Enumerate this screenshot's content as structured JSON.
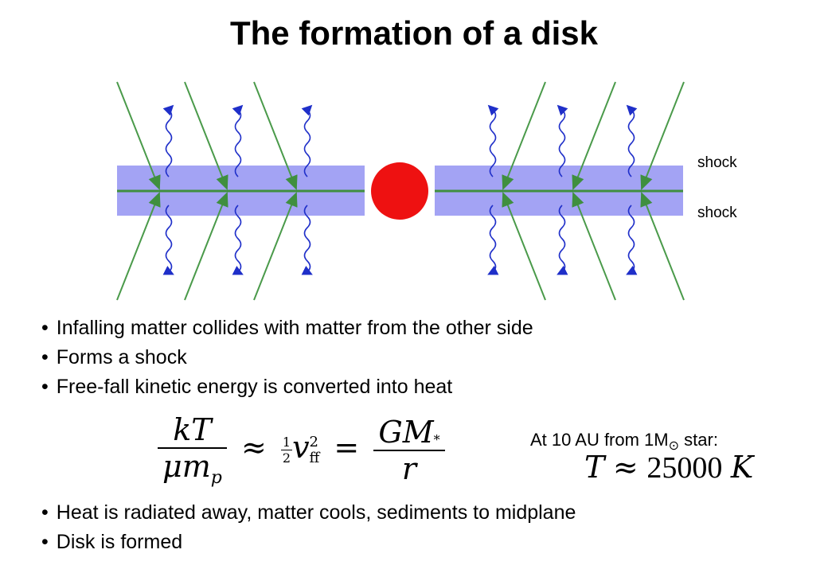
{
  "title": "The formation of a disk",
  "labels": {
    "shock_top": "shock",
    "shock_bottom": "shock"
  },
  "colors": {
    "disk_band": "#a3a3f4",
    "midplane": "#3f8f3f",
    "infall_lines": "#4a9a4a",
    "radiation_arrows": "#1f2fc9",
    "star": "#ee1111"
  },
  "bullets_top": [
    "Infalling matter collides with matter from the other side",
    "Forms a shock",
    "Free-fall kinetic energy is converted into heat"
  ],
  "equation": {
    "lhs_num": "kT",
    "lhs_den_mu": "μ",
    "lhs_den_m": "m",
    "lhs_den_sub": "p",
    "approx": "≈",
    "half_num": "1",
    "half_den": "2",
    "v": "v",
    "v_sub": "ff",
    "v_sup": "2",
    "equals": "=",
    "rhs_num": "GM",
    "rhs_num_sub": "*",
    "rhs_den": "r"
  },
  "star_note": {
    "prefix": "At 10 AU from 1M",
    "sun_symbol": "⊙",
    "suffix": " star:"
  },
  "temperature": {
    "T": "T",
    "approx": "≈",
    "value": "25000",
    "unit": "K"
  },
  "bullets_bottom": [
    "Heat is radiated away, matter cools, sediments to midplane",
    "Disk is formed"
  ]
}
